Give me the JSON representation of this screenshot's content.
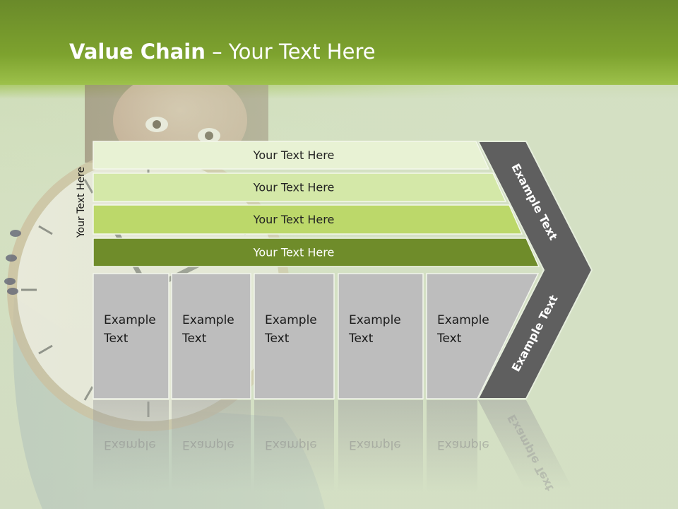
{
  "slide": {
    "title_bold": "Value Chain",
    "title_rest": " – Your Text Here",
    "side_label": "Your Text Here"
  },
  "bars": [
    {
      "label": "Your Text Here",
      "color": "#e8f2d4"
    },
    {
      "label": "Your Text Here",
      "color": "#d4e8a8"
    },
    {
      "label": "Your Text Here",
      "color": "#bcd86a"
    },
    {
      "label": "Your Text Here",
      "color": "#6f8c2a"
    }
  ],
  "boxes": [
    {
      "line1": "Example",
      "line2": "Text"
    },
    {
      "line1": "Example",
      "line2": "Text"
    },
    {
      "line1": "Example",
      "line2": "Text"
    },
    {
      "line1": "Example",
      "line2": "Text"
    },
    {
      "line1": "Example",
      "line2": "Text"
    }
  ],
  "chevron": {
    "top_label": "Example Text",
    "bottom_label": "Example Text",
    "color": "#5f5f5f"
  },
  "box_color": "#bdbdbd"
}
